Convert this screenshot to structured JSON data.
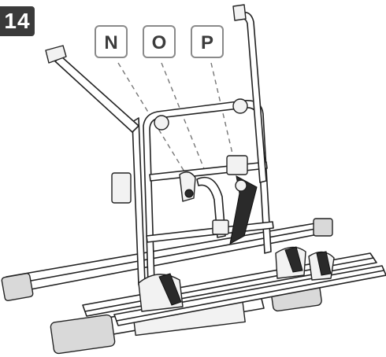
{
  "step": {
    "number": "14"
  },
  "callouts": [
    {
      "label": "N"
    },
    {
      "label": "O"
    },
    {
      "label": "P"
    }
  ]
}
